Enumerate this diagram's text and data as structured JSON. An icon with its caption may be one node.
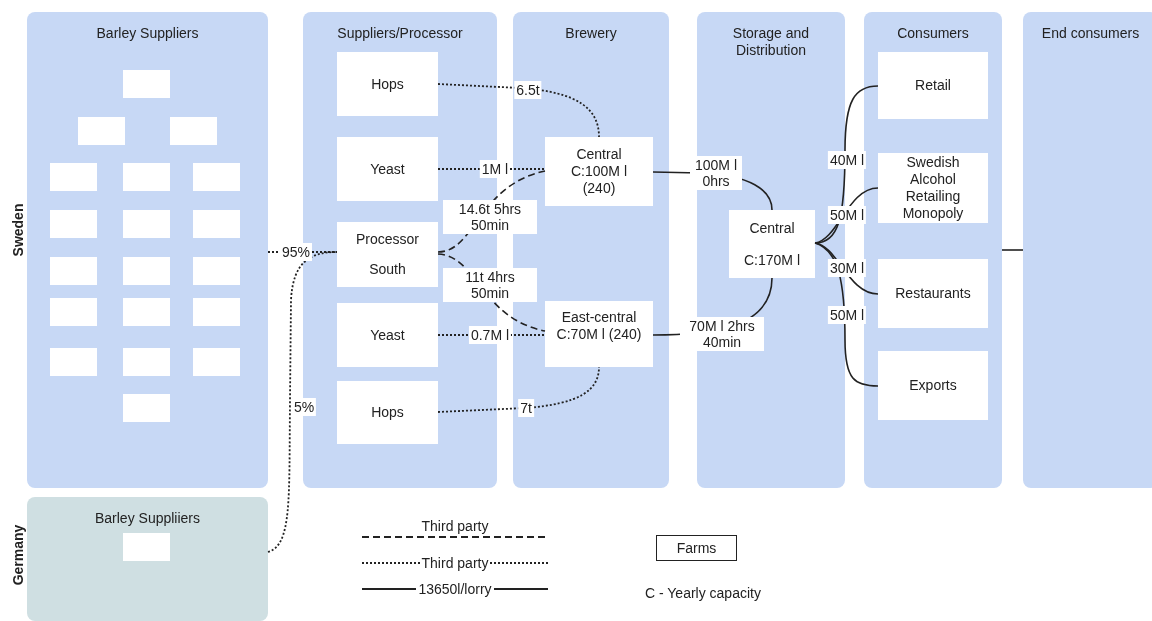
{
  "diagram": {
    "nodes": [
      {
        "text": [
          "Barley Suppliers"
        ]
      },
      {
        "text": [],
        "shape": "box",
        "in": 0
      },
      {
        "text": [],
        "shape": "box",
        "in": 0
      },
      {
        "text": [],
        "shape": "box",
        "in": 0
      },
      {
        "text": [],
        "shape": "box",
        "in": 0
      },
      {
        "text": [],
        "shape": "box",
        "in": 0
      },
      {
        "text": [],
        "shape": "box",
        "in": 0
      },
      {
        "text": [],
        "shape": "box",
        "in": 0
      },
      {
        "text": [],
        "shape": "box",
        "in": 0
      },
      {
        "text": [],
        "shape": "box",
        "in": 0
      },
      {
        "text": [],
        "shape": "box",
        "in": 0
      },
      {
        "text": [],
        "shape": "box",
        "in": 0
      },
      {
        "text": [],
        "shape": "box",
        "in": 0
      },
      {
        "text": [],
        "shape": "box",
        "in": 0
      },
      {
        "text": [],
        "shape": "box",
        "in": 0
      },
      {
        "text": [],
        "shape": "box",
        "in": 0
      },
      {
        "text": [],
        "shape": "box",
        "in": 0
      },
      {
        "text": [],
        "shape": "box",
        "in": 0
      },
      {
        "text": [],
        "shape": "box",
        "in": 0
      },
      {
        "text": [],
        "shape": "box",
        "in": 0
      },
      {
        "text": [
          "Barley Suppliiers"
        ]
      },
      {
        "text": [],
        "shape": "box",
        "in": 20
      },
      {
        "text": [
          "Suppliers/Processor"
        ]
      },
      {
        "text": [
          "Hops"
        ],
        "in": 22
      },
      {
        "text": [
          "Yeast"
        ],
        "in": 22
      },
      {
        "text": [
          "Processor",
          "South"
        ],
        "in": 22
      },
      {
        "text": [
          "Yeast"
        ],
        "in": 22
      },
      {
        "text": [
          "Hops"
        ],
        "in": 22
      },
      {
        "text": [
          "Brewery"
        ]
      },
      {
        "text": [
          "Central C:100M l (240)"
        ],
        "in": 28
      },
      {
        "text": [
          "East-central C:70M l (240)"
        ],
        "in": 28
      },
      {
        "text": [
          "Storage and Distribution"
        ]
      },
      {
        "text": [
          "Central",
          "C:170M l"
        ],
        "in": 31
      },
      {
        "text": [
          "Consumers"
        ]
      },
      {
        "text": [
          "Retail"
        ],
        "in": 33
      },
      {
        "text": [
          "Swedish Alcohol Retailing Monopoly"
        ],
        "in": 33
      },
      {
        "text": [
          "Restaurants"
        ],
        "in": 33
      },
      {
        "text": [
          "Exports"
        ],
        "in": 33
      },
      {
        "text": [
          "End consumers"
        ]
      }
    ],
    "edges": [
      {
        "from": 0,
        "to": 25,
        "arrow": "none",
        "style": "dashed",
        "label": "95%"
      },
      {
        "from": 20,
        "to": 25,
        "arrow": "none",
        "style": "dashed",
        "label": "5%"
      },
      {
        "from": 23,
        "to": 29,
        "arrow": "none",
        "style": "dashed",
        "label": "6.5t"
      },
      {
        "from": 24,
        "to": 29,
        "arrow": "none",
        "style": "dashed",
        "label": "1M l"
      },
      {
        "from": 25,
        "to": 29,
        "arrow": "none",
        "style": "dashed",
        "label": "14.6t 5hrs 50min"
      },
      {
        "from": 25,
        "to": 30,
        "arrow": "none",
        "style": "dashed",
        "label": "11t 4hrs 50min"
      },
      {
        "from": 26,
        "to": 30,
        "arrow": "none",
        "style": "dashed",
        "label": "0.7M l"
      },
      {
        "from": 27,
        "to": 30,
        "arrow": "none",
        "style": "dashed",
        "label": "7t"
      },
      {
        "from": 29,
        "to": 32,
        "arrow": "none",
        "label": "100M l 0hrs"
      },
      {
        "from": 30,
        "to": 32,
        "arrow": "none",
        "label": "70M l 2hrs 40min"
      },
      {
        "from": 32,
        "to": 34,
        "arrow": "none",
        "label": "40M l"
      },
      {
        "from": 32,
        "to": 35,
        "arrow": "none",
        "label": "50M l"
      },
      {
        "from": 32,
        "to": 36,
        "arrow": "none",
        "label": "30M l"
      },
      {
        "from": 32,
        "to": 37,
        "arrow": "none",
        "label": "50M l"
      },
      {
        "from": 33,
        "to": 38,
        "arrow": "none"
      }
    ],
    "labels": [
      "Sweden",
      "Germany",
      "C - Yearly capacity"
    ],
    "legend": [
      {
        "text": "Third party"
      },
      {
        "text": "Third party"
      },
      {
        "text": "13650l/lorry"
      },
      {
        "text": "Farms"
      }
    ]
  }
}
